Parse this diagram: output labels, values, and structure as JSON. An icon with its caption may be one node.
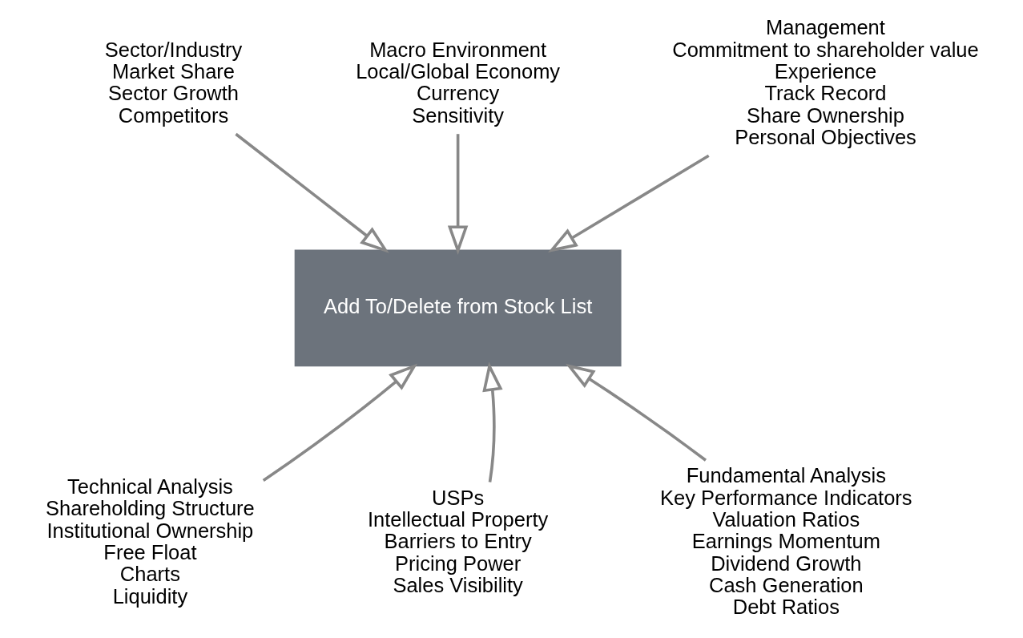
{
  "diagram": {
    "nodes": [
      {
        "text": [
          "Macro Environment",
          "Local/Global Economy",
          "Currency",
          "Sensitivity"
        ]
      },
      {
        "text": [
          "Sector/Industry",
          "Market Share",
          "Sector Growth",
          "Competitors"
        ]
      },
      {
        "text": [
          "Management",
          "Commitment to shareholder value",
          "Experience",
          "Track Record",
          "Share Ownership",
          "Personal Objectives"
        ]
      },
      {
        "text": [
          "Add To/Delete from Stock List"
        ]
      },
      {
        "text": [
          "Technical Analysis",
          "Shareholding Structure",
          "Institutional Ownership",
          "Free Float",
          "Charts",
          "Liquidity"
        ]
      },
      {
        "text": [
          "USPs",
          "Intellectual Property",
          "Barriers to Entry",
          "Pricing Power",
          "Sales Visibility"
        ]
      },
      {
        "text": [
          "Fundamental Analysis",
          "Key Performance Indicators",
          "Valuation Ratios",
          "Earnings Momentum",
          "Dividend Growth",
          "Cash Generation",
          "Debt Ratios"
        ]
      }
    ],
    "edges": [
      {
        "from": 1,
        "to": 3,
        "arrow": "to"
      },
      {
        "from": 0,
        "to": 3,
        "arrow": "to"
      },
      {
        "from": 2,
        "to": 3,
        "arrow": "to"
      },
      {
        "from": 4,
        "to": 3,
        "arrow": "to"
      },
      {
        "from": 5,
        "to": 3,
        "arrow": "to"
      },
      {
        "from": 6,
        "to": 3,
        "arrow": "to"
      }
    ]
  }
}
